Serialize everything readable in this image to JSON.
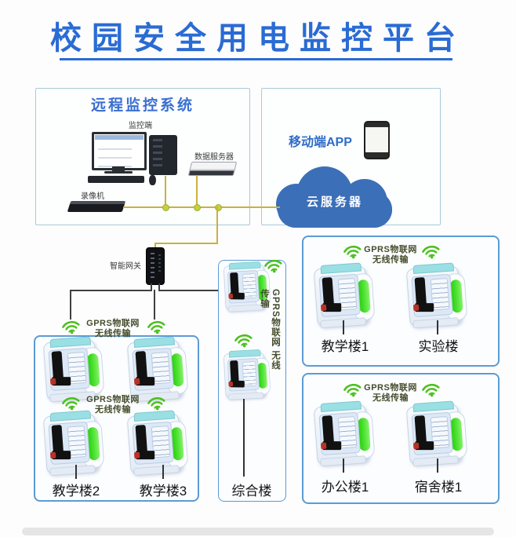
{
  "title": "校园安全用电监控平台",
  "remote_monitoring": {
    "title": "远程监控系统",
    "workstation_label": "监控端",
    "data_server_label": "数据服务器",
    "recorder_label": "录像机"
  },
  "mobile_app": {
    "label": "移动端APP"
  },
  "cloud": {
    "label": "云服务器"
  },
  "gateway": {
    "label": "智能网关"
  },
  "wireless": {
    "line1": "GPRS物联网",
    "line2": "无线传输"
  },
  "buildings": {
    "left": [
      "教学楼2",
      "教学楼3"
    ],
    "middle": [
      "综合楼"
    ],
    "right_top": [
      "教学楼1",
      "实验楼"
    ],
    "right_bottom": [
      "办公楼1",
      "宿舍楼1"
    ]
  },
  "colors": {
    "title_blue": "#2a6bd4",
    "section_title_blue": "#3a6fd0",
    "cloud_blue": "#3b6fb8",
    "wifi_green": "#4cc01c",
    "device_green": "#35d41c",
    "wire_yellow": "#c9b23f",
    "group_border_blue": "#5b9bd5",
    "panel_border": "#a9cada"
  }
}
